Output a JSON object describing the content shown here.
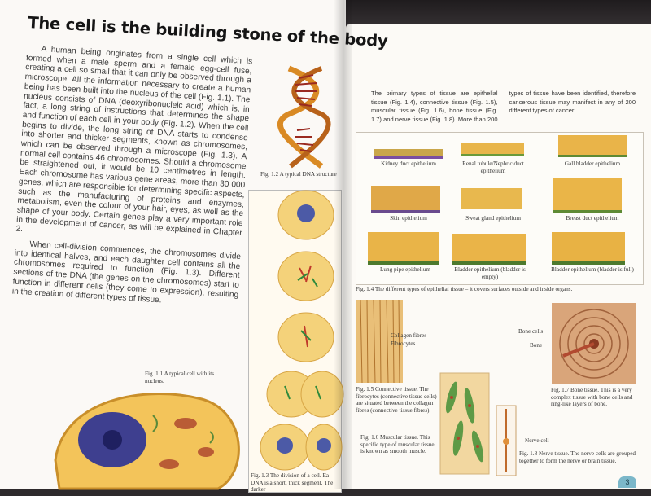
{
  "left": {
    "heading": "The cell is the building stone of the body",
    "paragraphs": [
      "A human being originates from a single cell which is formed when a male sperm and a female egg-cell fuse, creating a cell so small that it can only be observed through a microscope. All the information necessary to create a human being has been built into the nucleus of the cell (Fig. 1.1). The nucleus consists of DNA (deoxyribonucleic acid) which is, in fact, a long string of instructions that determines the shape and function of each cell in your body (Fig. 1.2). When the cell begins to divide, the long string of DNA starts to condense into shorter and thicker segments, known as chromosomes, which can be observed through a microscope (Fig. 1.3). A normal cell contains 46 chromosomes. Should a chromosome be straightened out, it would be 10 centimetres in length. Each chromosome has various gene areas, more than 30 000 genes, which are responsible for determining specific aspects, such as the manufacturing of proteins and enzymes, metabolism, even the colour of your hair, eyes, as well as the shape of your body. Certain genes play a very important role in the development of cancer, as will be explained in Chapter 2.",
      "When cell-division commences, the chromosomes divide into identical halves, and each daughter cell contains all the chromosomes required to function (Fig. 1.3). Different sections of the DNA (the genes on the chromosomes) start to function in different cells (they come to expression), resulting in the creation of different types of tissue."
    ],
    "fig_1_2_caption": "Fig. 1.2  A typical DNA structure",
    "fig_1_1_caption": "Fig. 1.1  A typical cell with its nucleus.",
    "fig_1_3_caption": "Fig. 1.3  The division of a cell. Ea DNA is a short, thick segment. The darker"
  },
  "right": {
    "intro_text": "The primary types of tissue are epithelial tissue (Fig. 1.4), connective tissue (Fig. 1.5), muscular tissue (Fig. 1.6), bone tissue (Fig. 1.7) and nerve tissue (Fig. 1.8). More than 200 types of tissue have been identified, therefore cancerous tissue may manifest in any of 200 different types of cancer.",
    "epithelia": [
      {
        "label": "Kidney duct epithelium"
      },
      {
        "label": "Renal tubule/Nephric duct epithelium"
      },
      {
        "label": "Gall bladder epithelium"
      },
      {
        "label": "Skin epithelium"
      },
      {
        "label": "Sweat gland epithelium"
      },
      {
        "label": "Breast duct epithelium"
      },
      {
        "label": "Lung pipe epithelium"
      },
      {
        "label": "Bladder epithelium (bladder is empty)"
      },
      {
        "label": "Bladder epithelium (bladder is full)"
      }
    ],
    "fig_1_4_caption": "Fig. 1.4  The different types of epithelial tissue – it covers surfaces outside and inside organs.",
    "fig_1_5": {
      "label_collagen": "Collagen fibres",
      "label_fibrocytes": "Fibrocytes",
      "caption": "Fig. 1.5  Connective tissue. The fibrocytes (connective tissue cells) are situated between the collagen fibres (connective tissue fibres)."
    },
    "fig_1_6_caption": "Fig. 1.6  Muscular tissue. This specific type of muscular tissue is known as smooth muscle.",
    "fig_1_7": {
      "label_bone_cells": "Bone cells",
      "label_bone": "Bone",
      "caption": "Fig. 1.7  Bone tissue. This is a very complex tissue with bone cells and ring-like layers of bone."
    },
    "fig_1_8": {
      "label_nerve_cell": "Nerve cell",
      "caption": "Fig. 1.8  Nerve tissue. The nerve cells are grouped together to form the nerve or brain tissue."
    },
    "page_number": "3"
  }
}
